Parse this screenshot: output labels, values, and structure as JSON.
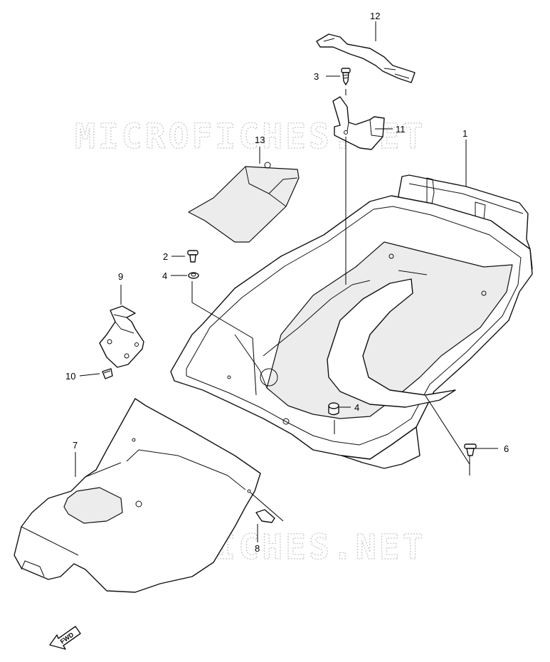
{
  "watermark": "MICROFICHES.NET",
  "fwd_label": "FWD",
  "callouts": [
    {
      "id": "c1",
      "label": "1"
    },
    {
      "id": "c2",
      "label": "2"
    },
    {
      "id": "c3",
      "label": "3"
    },
    {
      "id": "c4a",
      "label": "4"
    },
    {
      "id": "c4b",
      "label": "4"
    },
    {
      "id": "c6",
      "label": "6"
    },
    {
      "id": "c7",
      "label": "7"
    },
    {
      "id": "c8",
      "label": "8"
    },
    {
      "id": "c9",
      "label": "9"
    },
    {
      "id": "c10",
      "label": "10"
    },
    {
      "id": "c11",
      "label": "11"
    },
    {
      "id": "c12",
      "label": "12"
    },
    {
      "id": "c13",
      "label": "13"
    }
  ]
}
